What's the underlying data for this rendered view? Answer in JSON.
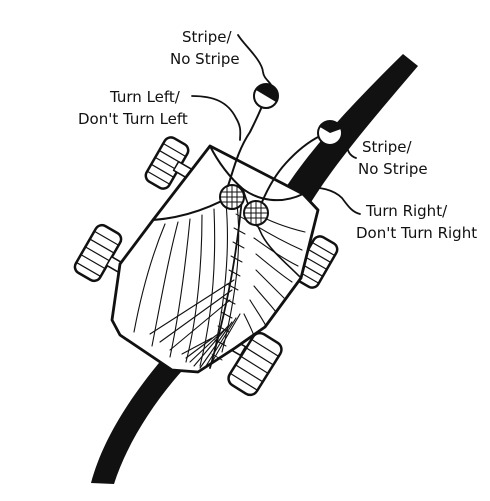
{
  "labels": {
    "left_sensor_line1": "Stripe/",
    "left_sensor_line2": "No Stripe",
    "left_turn_line1": "Turn Left/",
    "left_turn_line2": "Don't Turn Left",
    "right_sensor_line1": "Stripe/",
    "right_sensor_line2": "No Stripe",
    "right_turn_line1": "Turn Right/",
    "right_turn_line2": "Don't Turn Right"
  },
  "colors": {
    "ink": "#111111",
    "paper": "#ffffff"
  }
}
